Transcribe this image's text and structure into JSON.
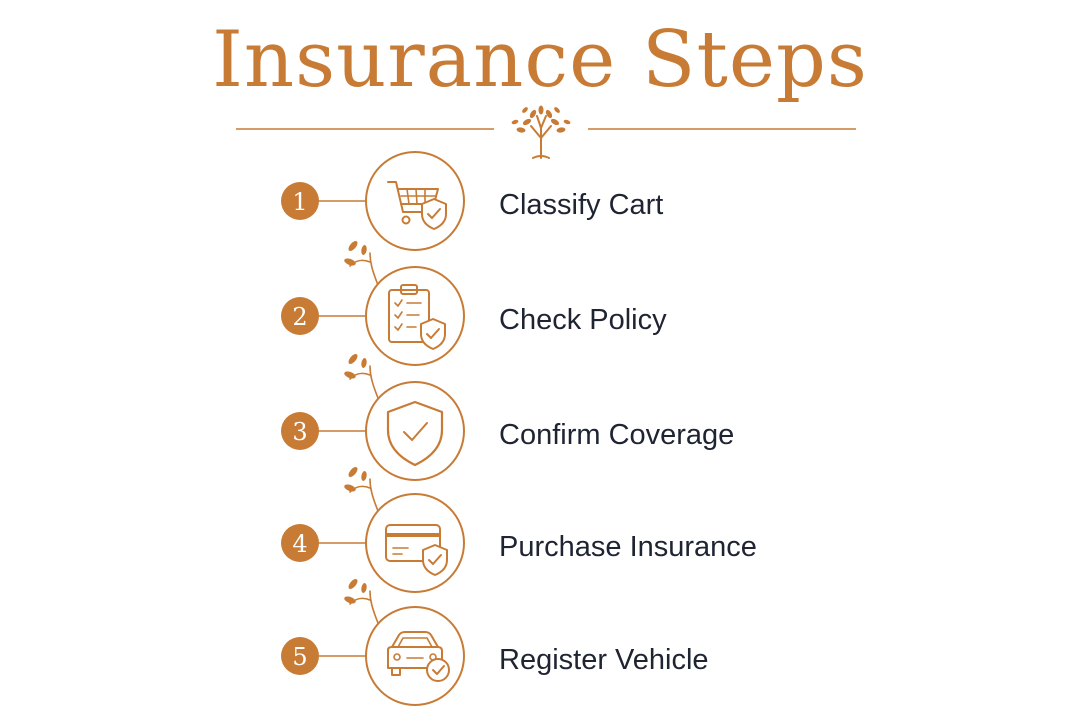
{
  "title": "Insurance Steps",
  "accent_color": "#c87b35",
  "text_color": "#1f2433",
  "divider_icon": "tree-icon",
  "steps": [
    {
      "number": "1",
      "label": "Classify Cart",
      "icon": "shopping-cart-shield-icon"
    },
    {
      "number": "2",
      "label": "Check Policy",
      "icon": "clipboard-checklist-shield-icon"
    },
    {
      "number": "3",
      "label": "Confirm Coverage",
      "icon": "shield-check-icon"
    },
    {
      "number": "4",
      "label": "Purchase Insurance",
      "icon": "credit-card-shield-icon"
    },
    {
      "number": "5",
      "label": "Register Vehicle",
      "icon": "car-check-icon"
    }
  ]
}
